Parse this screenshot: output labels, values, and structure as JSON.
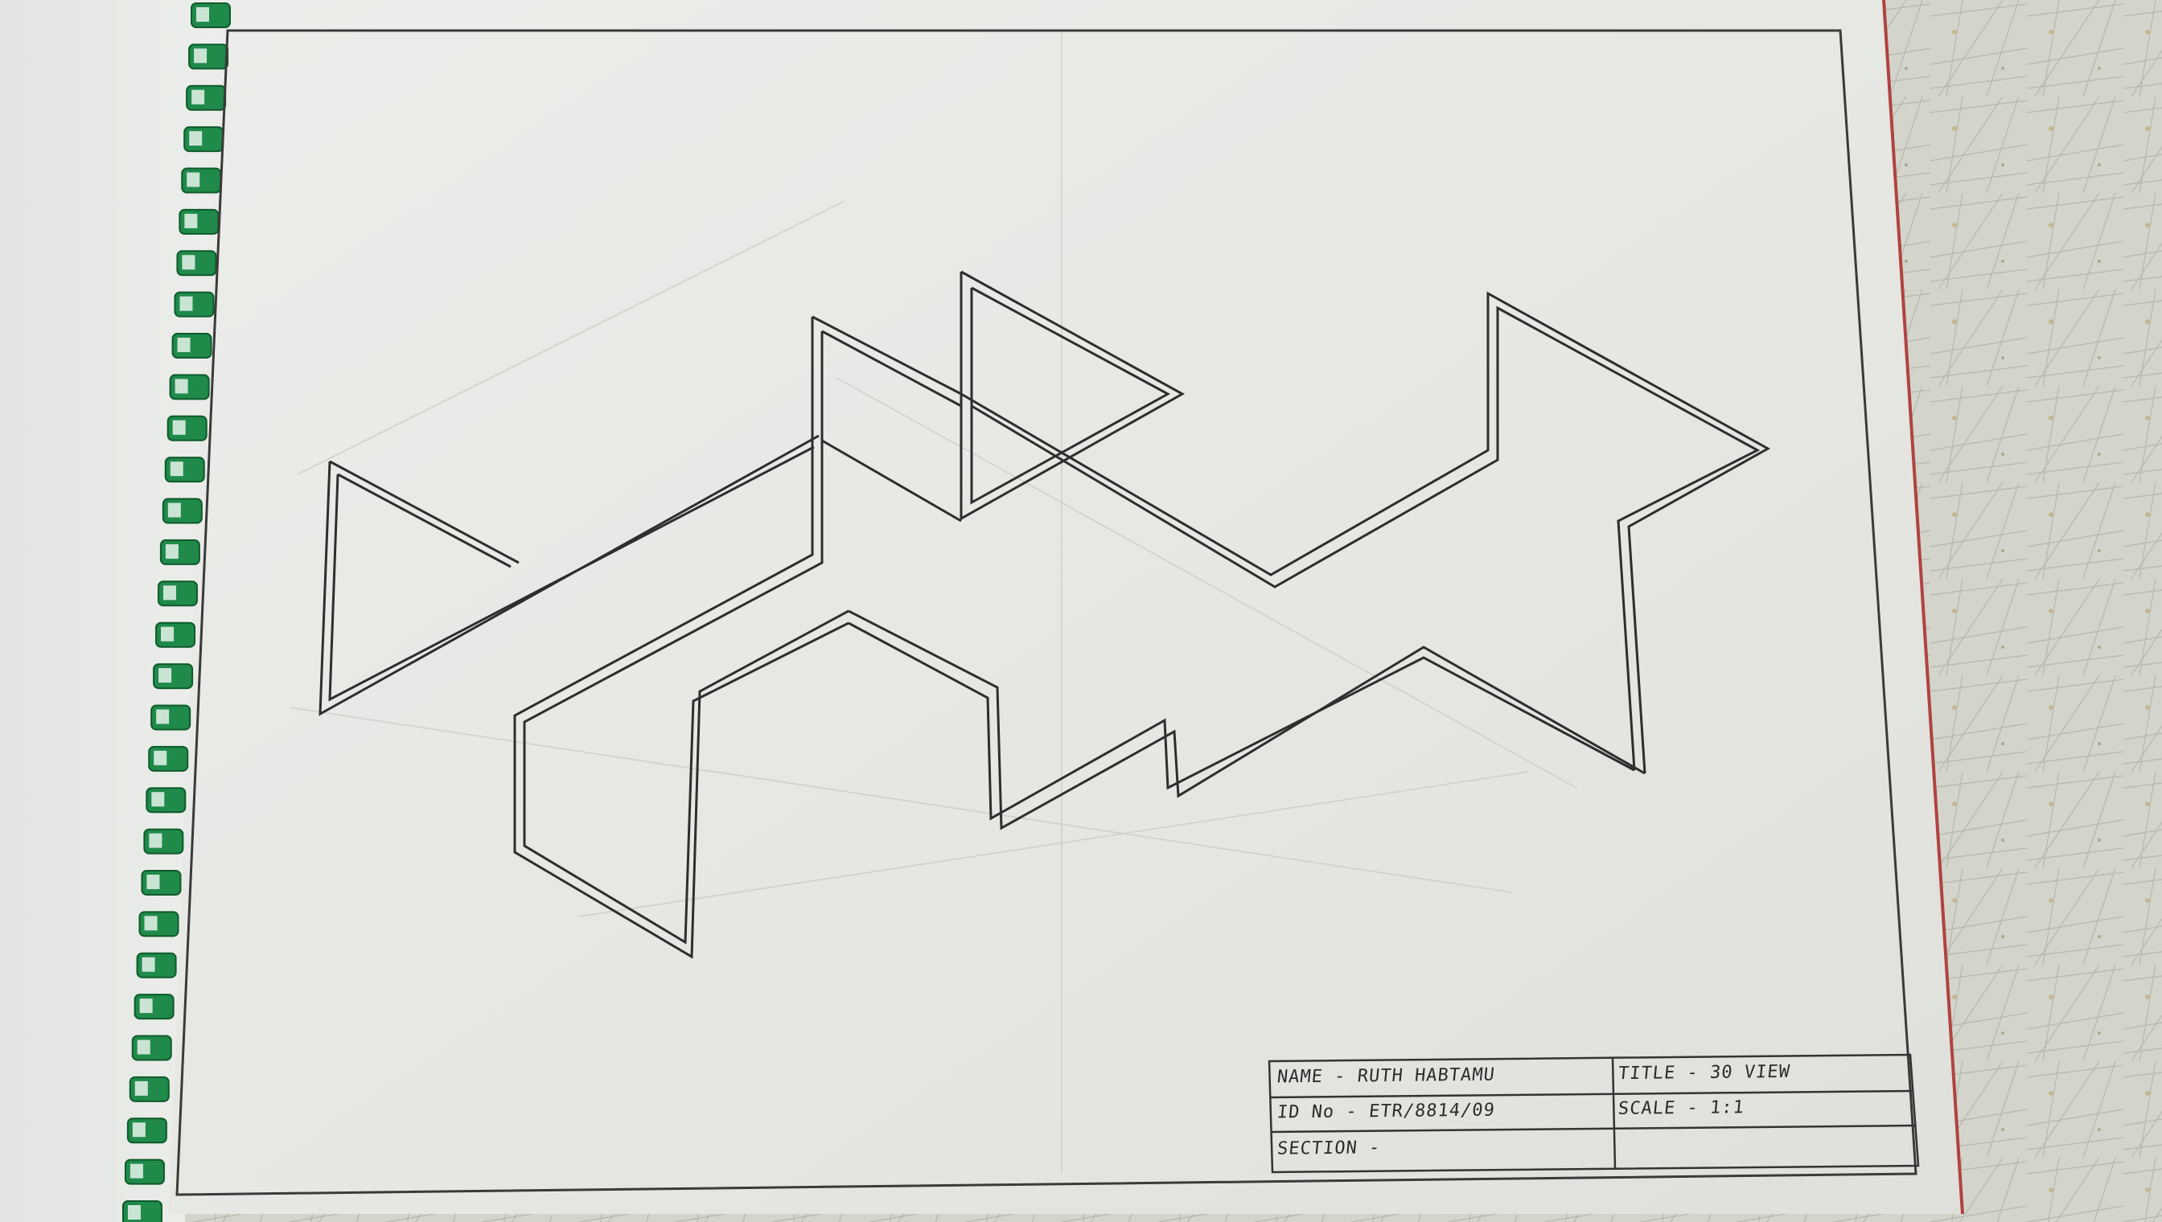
{
  "title_block": {
    "name": "NAME - RUTH HABTAMU",
    "id_no": "ID No - ETR/8814/09",
    "section": "SECTION -",
    "title": "TITLE - 30 VIEW",
    "scale": "SCALE - 1:1"
  },
  "colors": {
    "desk": "#d6d8cf",
    "paper": "#e8e9e6",
    "ink": "#2e2e2e",
    "binding": "#1f8a4a"
  }
}
